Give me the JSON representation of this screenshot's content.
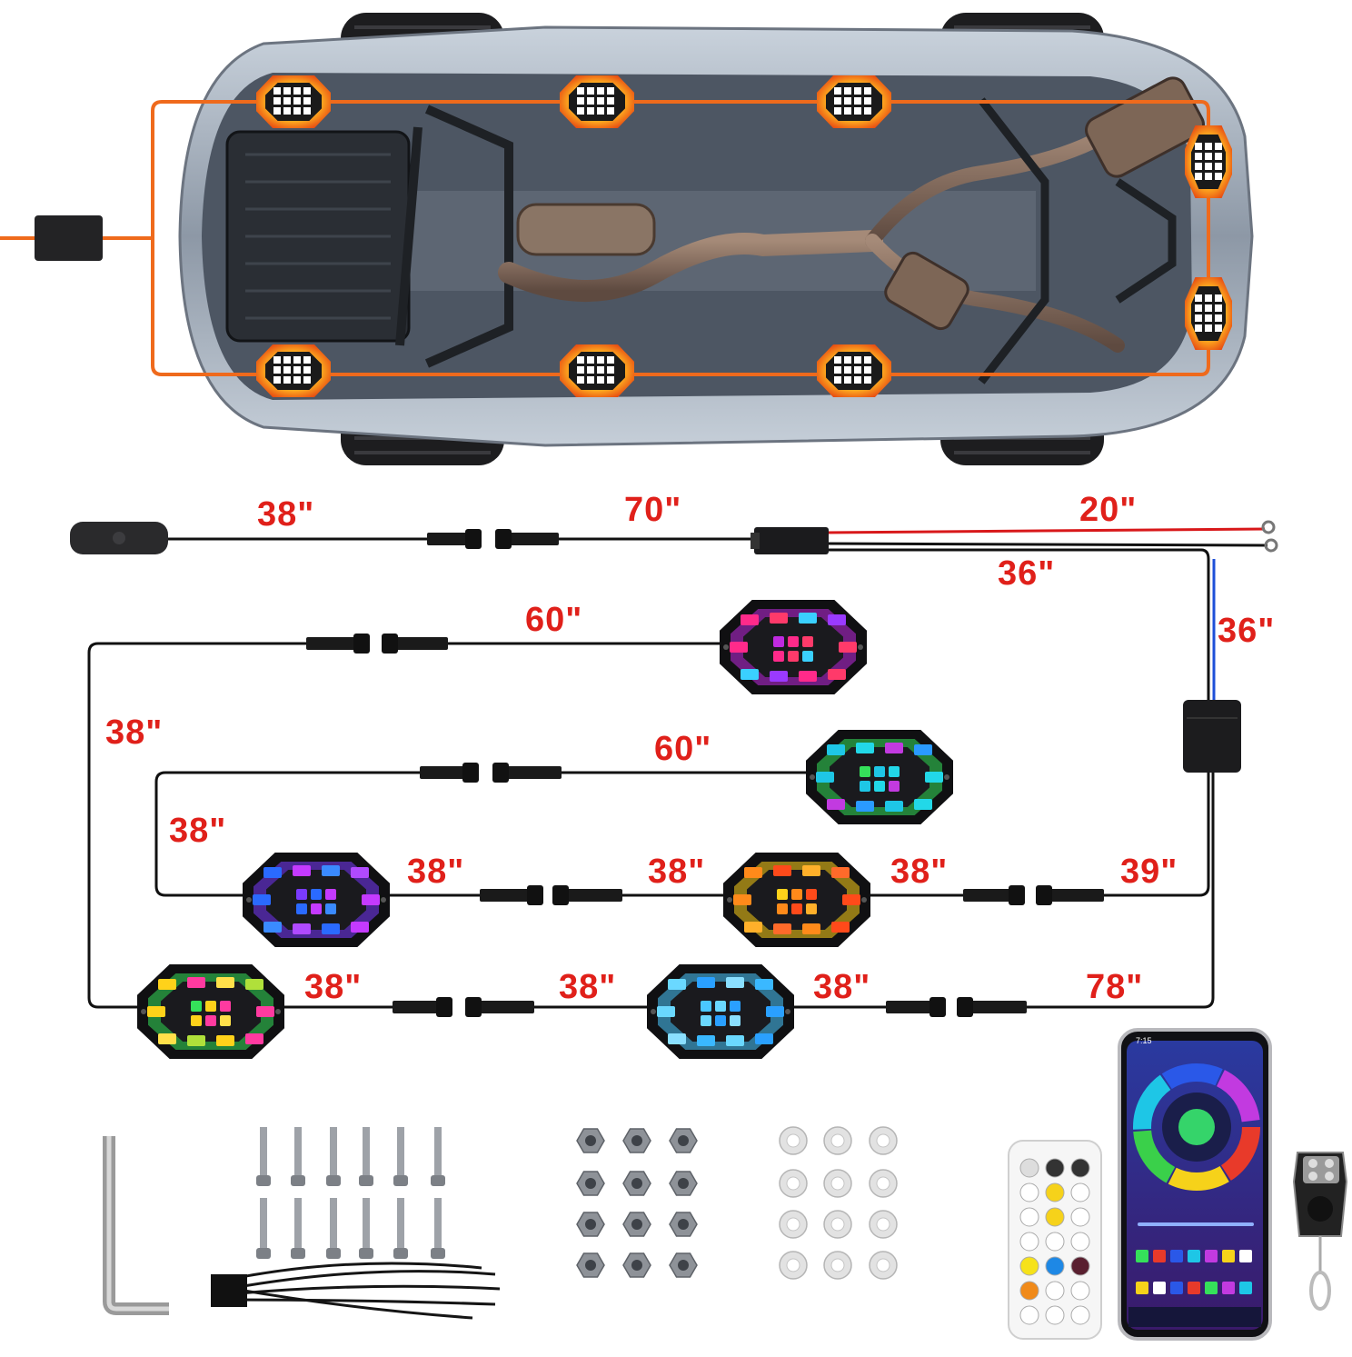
{
  "wire_lengths": {
    "switch_cable": "38\"",
    "extension_cable": "70\"",
    "battery_cable": "20\"",
    "power_lead": "36\"",
    "controller_lead": "36\"",
    "pod_1_lead": "60\"",
    "pod_1_return": "38\"",
    "pod_2_lead": "60\"",
    "pod_2_return": "38\"",
    "row_3_left": "38\"",
    "row_3_mid": "38\"",
    "row_3_right": "38\"",
    "row_3_controller": "39\"",
    "row_4_left": "38\"",
    "row_4_mid": "38\"",
    "row_4_right": "38\"",
    "row_4_controller": "78\""
  },
  "phone": {
    "time": "7:15"
  },
  "colors": {
    "label_red": "#e0201a",
    "car_wire_orange": "#ef6a1c",
    "battery_red_wire": "#d8181a",
    "signal_blue_wire": "#1e4fd8",
    "wire_black": "#111111"
  },
  "icons": [
    "car-underbody-illustration",
    "inline-switch-icon",
    "controller-box-icon",
    "rock-light-pod-icon",
    "allen-key-icon",
    "bolt-icon",
    "hex-nut-icon",
    "washer-icon",
    "cable-tie-icon",
    "ir-remote-icon",
    "smartphone-app-icon",
    "key-fob-remote-icon"
  ]
}
